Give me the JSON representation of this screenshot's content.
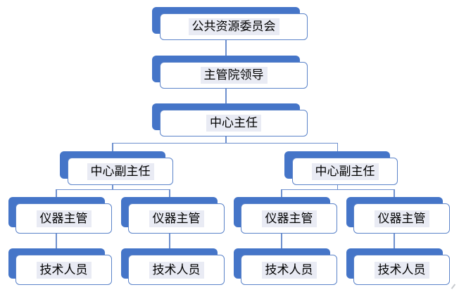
{
  "diagram": {
    "type": "org-chart",
    "nodes": [
      {
        "id": "committee",
        "label": "公共资源委员会",
        "level": 1,
        "parent": null
      },
      {
        "id": "leadership",
        "label": "主管院领导",
        "level": 2,
        "parent": "committee"
      },
      {
        "id": "director",
        "label": "中心主任",
        "level": 3,
        "parent": "leadership"
      },
      {
        "id": "deputy-left",
        "label": "中心副主任",
        "level": 4,
        "parent": "director"
      },
      {
        "id": "deputy-right",
        "label": "中心副主任",
        "level": 4,
        "parent": "director"
      },
      {
        "id": "supervisor-1",
        "label": "仪器主管",
        "level": 5,
        "parent": "deputy-left"
      },
      {
        "id": "supervisor-2",
        "label": "仪器主管",
        "level": 5,
        "parent": "deputy-left"
      },
      {
        "id": "supervisor-3",
        "label": "仪器主管",
        "level": 5,
        "parent": "deputy-right"
      },
      {
        "id": "supervisor-4",
        "label": "仪器主管",
        "level": 5,
        "parent": "deputy-right"
      },
      {
        "id": "technician-1",
        "label": "技术人员",
        "level": 6,
        "parent": "supervisor-1"
      },
      {
        "id": "technician-2",
        "label": "技术人员",
        "level": 6,
        "parent": "supervisor-2"
      },
      {
        "id": "technician-3",
        "label": "技术人员",
        "level": 6,
        "parent": "supervisor-3"
      },
      {
        "id": "technician-4",
        "label": "技术人员",
        "level": 6,
        "parent": "supervisor-4"
      }
    ],
    "colors": {
      "shadow_fill": "#4575C8",
      "box_border": "#5B83C9",
      "box_fill": "#FFFFFF",
      "label_highlight": "#E9EBF4",
      "connector": "#6E90CE",
      "text": "#000000",
      "background": "#FFFFFF"
    }
  }
}
